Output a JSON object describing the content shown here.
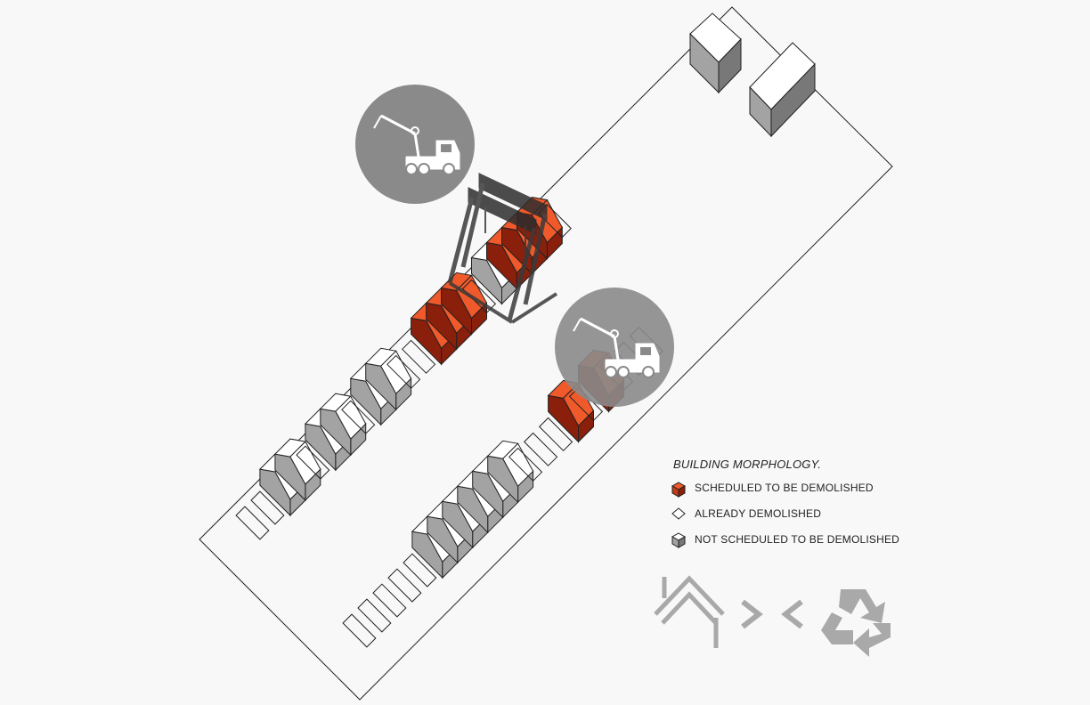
{
  "legend": {
    "title": "BUILDING MORPHOLOGY.",
    "items": [
      {
        "label": "SCHEDULED TO BE DEMOLISHED",
        "swatch": "demolish"
      },
      {
        "label": "ALREADY DEMOLISHED",
        "swatch": "empty"
      },
      {
        "label": "NOT SCHEDULED TO BE DEMOLISHED",
        "swatch": "keep"
      }
    ]
  },
  "colors": {
    "demolish_top": "#f05a2b",
    "demolish_side": "#8a1f0c",
    "keep_top": "#ffffff",
    "keep_side": "#a3a3a3",
    "outline": "#222222",
    "badge": "#8a8a8a",
    "icon_grey": "#a9a9a9"
  },
  "rows": {
    "upper": [
      "empty",
      "empty",
      "keep",
      "keep",
      "empty",
      "keep",
      "keep",
      "empty",
      "keep",
      "keep",
      "empty",
      "empty",
      "demolish",
      "demolish",
      "demolish",
      "empty",
      "keep",
      "demolish",
      "demolish",
      "demolish",
      "empty"
    ],
    "lower": [
      "empty",
      "empty",
      "empty",
      "empty",
      "empty",
      "keep",
      "keep",
      "keep",
      "keep",
      "keep",
      "keep",
      "empty",
      "empty",
      "empty",
      "demolish",
      "empty",
      "demolish",
      "empty",
      "empty",
      "empty"
    ]
  },
  "icons": [
    "crane-truck-icon",
    "crane-truck-icon",
    "gantry-crane-icon",
    "house-icon",
    "chevron-right-icon",
    "chevron-left-icon",
    "recycle-icon"
  ]
}
